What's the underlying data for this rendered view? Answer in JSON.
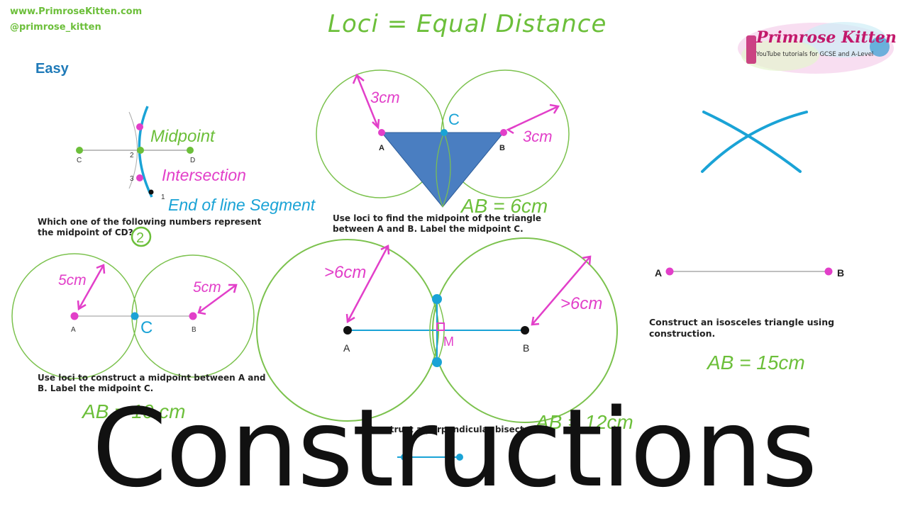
{
  "header": {
    "website": "www.PrimroseKitten.com",
    "handle": "@primrose_kitten",
    "title": "Loci = Equal Distance"
  },
  "logo": {
    "name": "Primrose Kitten",
    "tagline": "YouTube tutorials for GCSE and A-Level"
  },
  "section_label": "Easy",
  "panel_1": {
    "labels": {
      "c": "C",
      "d": "D",
      "n1": "1",
      "n2": "2",
      "n3": "3"
    },
    "annotations": {
      "midpoint": "Midpoint",
      "intersection": "Intersection",
      "end": "End of line Segment"
    },
    "question_line1": "Which one of the following numbers represent",
    "question_line2": "the midpoint of CD?",
    "answer": "2"
  },
  "panel_2": {
    "labels": {
      "a": "A",
      "b": "B",
      "c": "C"
    },
    "annotations": {
      "r1": "3cm",
      "r2": "3cm",
      "ab": "AB = 6cm"
    },
    "question_line1": "Use loci to find the midpoint of the triangle",
    "question_line2": "between A and B. Label the midpoint C."
  },
  "panel_3": {
    "labels": {
      "a": "A",
      "b": "B",
      "c": "C"
    },
    "annotations": {
      "r1": "5cm",
      "r2": "5cm",
      "ab": "AB = 10 cm"
    },
    "question_line1": "Use loci to construct a midpoint between A and",
    "question_line2": "B. Label the midpoint C."
  },
  "panel_4": {
    "labels": {
      "a": "A",
      "b": "B",
      "m": "M"
    },
    "annotations": {
      "r1": ">6cm",
      "r2": ">6cm",
      "ab": "AB = 12cm"
    },
    "question_partial": "Construct a perpendicular bisector"
  },
  "panel_5": {
    "labels": {
      "a": "A",
      "b": "B"
    },
    "question_line1": "Construct an isosceles triangle using",
    "question_line2": "construction.",
    "annotation": "AB = 15cm"
  },
  "overlay_title": "Constructions",
  "colors": {
    "green": "#6cbf3a",
    "magenta": "#e23fc9",
    "cyan": "#1aa3d6",
    "triangle": "#4a7ec1",
    "title_blue": "#1f7ab8"
  }
}
